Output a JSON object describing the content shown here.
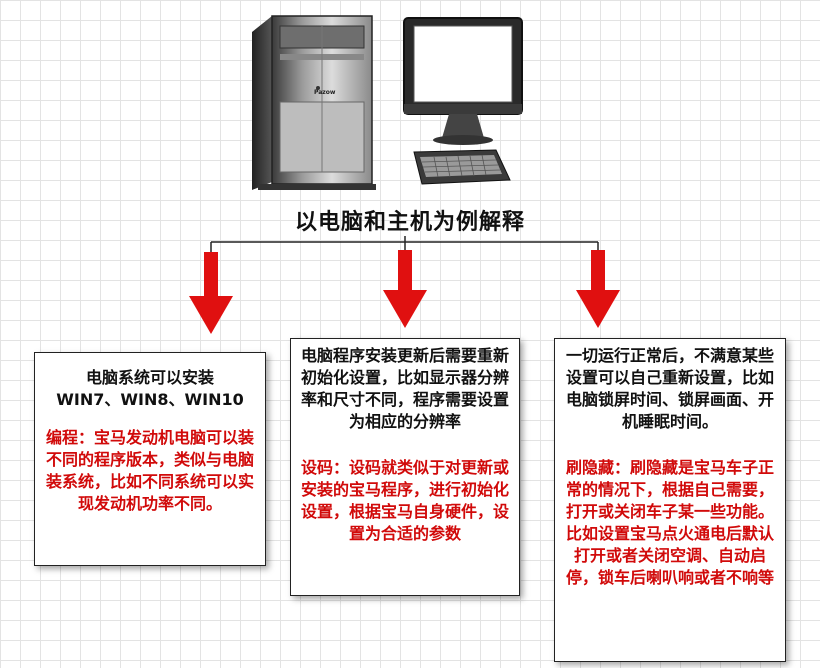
{
  "title": "以电脑和主机为例解释",
  "tower_brand": "Pazow",
  "boxes": [
    {
      "black_lines": [
        "电脑系统可以安装",
        "WIN7、WIN8、WIN10"
      ],
      "red_text": "编程：宝马发动机电脑可以装不同的程序版本，类似与电脑装系统，比如不同系统可以实现发动机功率不同。"
    },
    {
      "black_text": "电脑程序安装更新后需要重新初始化设置，比如显示器分辨率和尺寸不同，程序需要设置为相应的分辨率",
      "red_text": "设码：设码就类似于对更新或安装的宝马程序，进行初始化设置，根据宝马自身硬件，设置为合适的参数"
    },
    {
      "black_text": "一切运行正常后，不满意某些设置可以自己重新设置，比如电脑锁屏时间、锁屏画面、开机睡眠时间。",
      "red_text": "刷隐藏：刷隐藏是宝马车子正常的情况下，根据自己需要，打开或关闭车子某一些功能。比如设置宝马点火通电后默认打开或者关闭空调、自动启停，锁车后喇叭响或者不响等"
    }
  ],
  "colors": {
    "arrow": "#e01010",
    "red_text": "#d10a0a",
    "black_text": "#111111"
  }
}
